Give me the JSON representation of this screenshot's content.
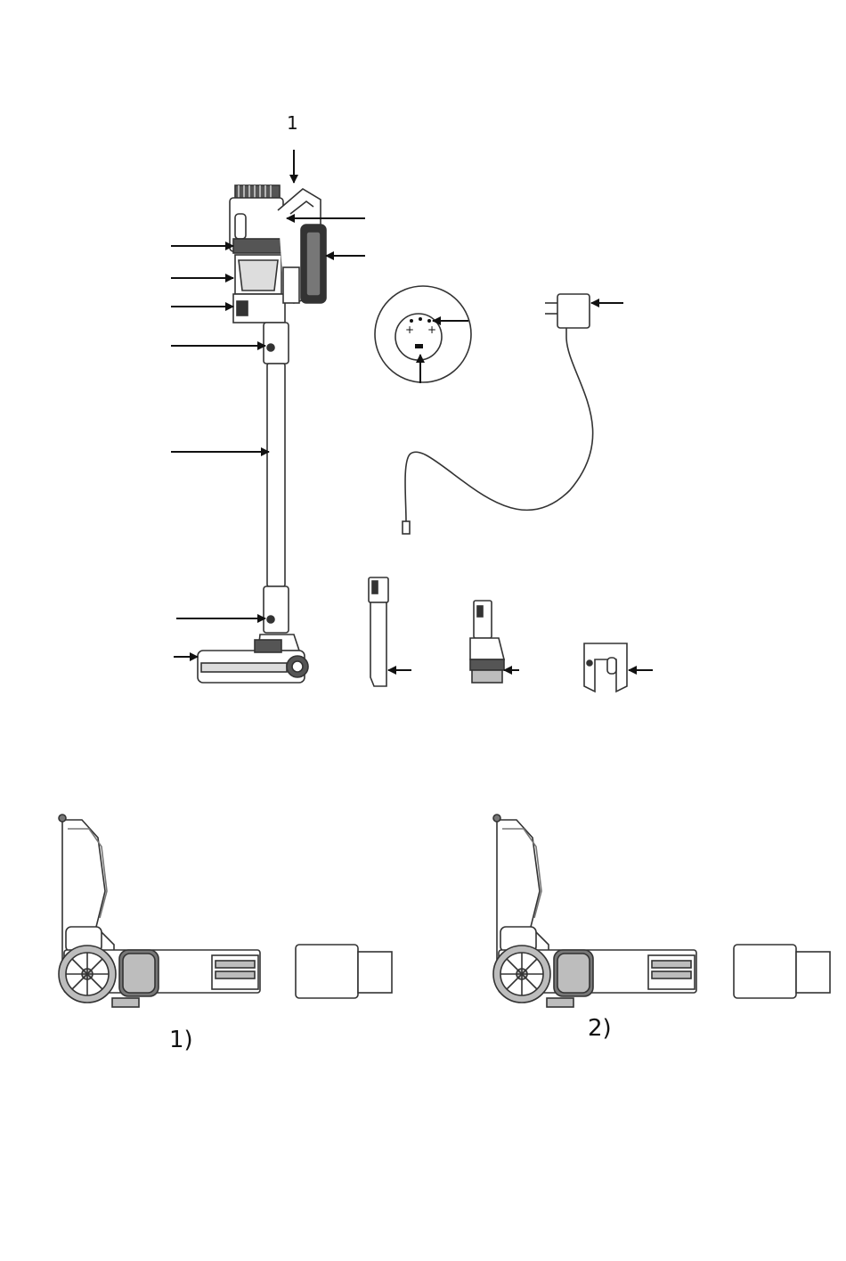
{
  "figure": {
    "top_label": "1",
    "step_labels": [
      "1)",
      "2)"
    ]
  },
  "colors": {
    "ink": "#111111",
    "outline": "#333333",
    "gray_fill": "#bdbdbd",
    "dark_fill": "#4a4a4a",
    "light_fill": "#e9e9e9"
  }
}
